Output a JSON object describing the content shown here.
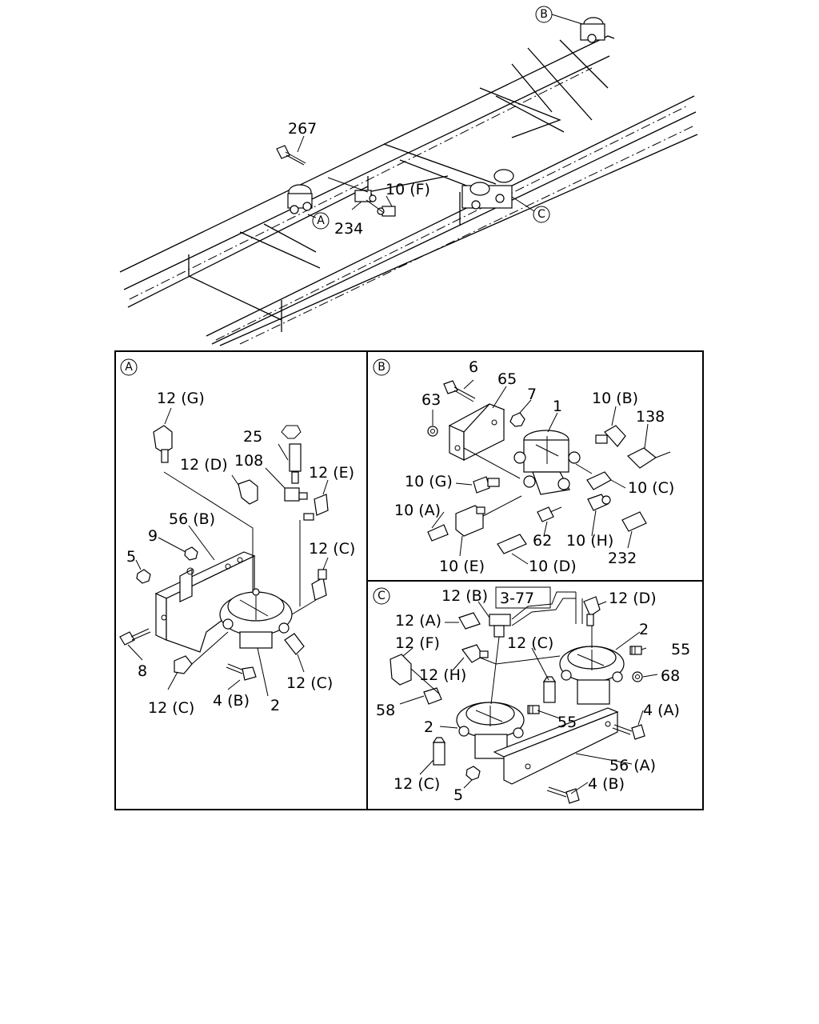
{
  "callouts": {
    "overview": {
      "p267": "267",
      "p234": "234",
      "p10F": "10 (F)",
      "refA": "A",
      "refB": "B",
      "refC": "C"
    },
    "panelA": {
      "title": "A",
      "p12G": "12 (G)",
      "p25": "25",
      "p12D": "12 (D)",
      "p108": "108",
      "p12E": "12 (E)",
      "p56B": "56 (B)",
      "p9": "9",
      "p5": "5",
      "p12C_1": "12 (C)",
      "p8": "8",
      "p12C_2": "12 (C)",
      "p12C_3": "12 (C)",
      "p4B": "4 (B)",
      "p2": "2"
    },
    "panelB": {
      "title": "B",
      "p6": "6",
      "p65": "65",
      "p63": "63",
      "p7": "7",
      "p1": "1",
      "p10B": "10 (B)",
      "p138": "138",
      "p10G": "10 (G)",
      "p10C": "10 (C)",
      "p10A": "10 (A)",
      "p62": "62",
      "p10H": "10 (H)",
      "p232": "232",
      "p10E": "10 (E)",
      "p10D": "10 (D)"
    },
    "panelC": {
      "title": "C",
      "p12B": "12 (B)",
      "ref377": "3-77",
      "p12D": "12 (D)",
      "p12A": "12 (A)",
      "p2_top": "2",
      "p12F": "12 (F)",
      "p12C_top": "12 (C)",
      "p55_top": "55",
      "p12H": "12 (H)",
      "p68": "68",
      "p58": "58",
      "p4A": "4 (A)",
      "p2_bot": "2",
      "p55_bot": "55",
      "p56A": "56 (A)",
      "p12C_bot": "12 (C)",
      "p5": "5",
      "p4B": "4 (B)"
    }
  }
}
